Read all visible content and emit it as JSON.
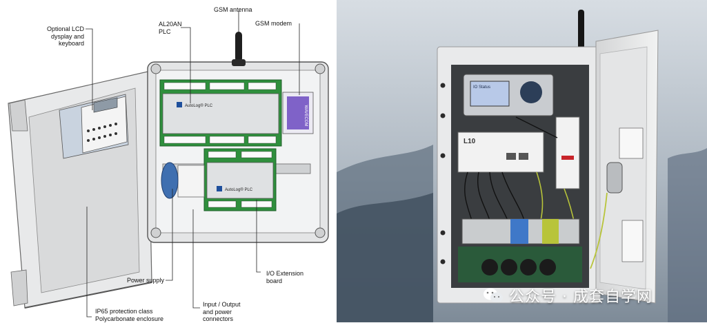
{
  "labels": {
    "lcd": "Optional LCD\ndysplay and\nkeyboard",
    "plc": "AL20AN\nPLC",
    "antenna": "GSM antenna",
    "modem": "GSM modem",
    "power_supply": "Power supply",
    "io_board": "I/O Extension\nboard",
    "enclosure": "IP65 protection class\nPolycarbonate enclosure",
    "connectors": "Input / Output\nand power\nconnectors"
  },
  "device_text": {
    "plc_main": "AutoLog® PLC",
    "plc_ext": "AutoLog® PLC",
    "modem_brand": "WAVECOM",
    "photo_plc_model": "L10",
    "photo_hmi_status": "IO Status"
  },
  "watermark": {
    "text": "公众号 · 成套自学网"
  },
  "colors": {
    "enclosure_gray": "#e6e7e8",
    "pcb_green": "#2f8f3d",
    "modem_purple": "#7f62c8",
    "psu_blue": "#3f6fb0",
    "terminal_blue": "#3f78c8",
    "wire_yellow_green": "#b8c43a"
  }
}
